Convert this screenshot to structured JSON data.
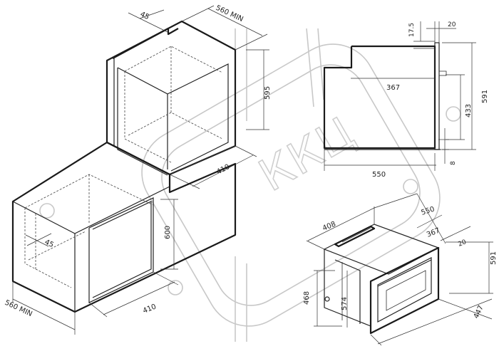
{
  "labels": {
    "top_cab_depth": "45",
    "top_cab_width": "560 MIN",
    "top_cab_height": "595",
    "top_cab_inner_depth": "410",
    "bottom_cab_height": "600",
    "bottom_cab_depth": "45",
    "bottom_cab_inner_depth": "410",
    "bottom_cab_width": "560 MIN",
    "side_top_gap": "17.5",
    "side_door_thickness": "20",
    "side_body_depth": "367",
    "side_inner_height": "433",
    "side_total_height": "591",
    "side_bottom_gap": "8",
    "side_total_depth": "550",
    "iso_width": "408",
    "iso_depth": "550",
    "iso_body_depth": "367",
    "iso_door": "20",
    "iso_height": "591",
    "iso_inner_height": "468",
    "iso_body_height": "574",
    "iso_bottom_width": "447"
  },
  "watermark": "ККЦ"
}
